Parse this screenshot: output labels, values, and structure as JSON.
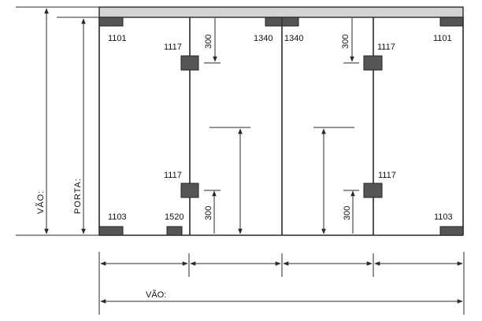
{
  "colors": {
    "line": "#2a2a2a",
    "hardware": "#555555",
    "transom": "#d4d4d4",
    "background": "#ffffff"
  },
  "labels": {
    "vao_vertical": "VÃO:",
    "porta_vertical": "PORTA:",
    "vao_horizontal": "VÃO:"
  },
  "codes": {
    "top_left": "1101",
    "top_hinge_left": "1117",
    "top_center_left": "1340",
    "top_center_right": "1340",
    "top_hinge_right": "1117",
    "top_right": "1101",
    "bottom_hinge_left": "1117",
    "bottom_hinge_right": "1117",
    "bottom_left": "1103",
    "bottom_lock": "1520",
    "bottom_right": "1103"
  },
  "dimensions": {
    "top_left_offset": "300",
    "top_right_offset": "300",
    "bottom_left_offset": "300",
    "bottom_right_offset": "300"
  }
}
